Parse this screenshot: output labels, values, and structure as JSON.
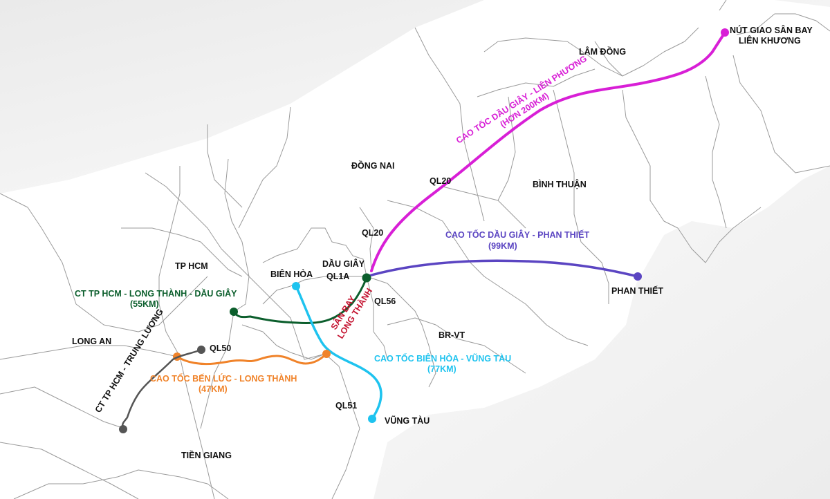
{
  "colors": {
    "magenta": "#d81fd6",
    "purple": "#5b45c2",
    "green": "#0b5e2c",
    "cyan": "#1ec3ef",
    "orange": "#f0832a",
    "gray": "#555555",
    "airport": "#c4122f"
  },
  "places": {
    "lam_dong": "LÂM ĐỒNG",
    "dong_nai": "ĐỒNG NAI",
    "binh_thuan": "BÌNH THUẬN",
    "tp_hcm": "TP HCM",
    "bien_hoa": "BIÊN HÒA",
    "dau_giay": "DẦU GIÂY",
    "long_an": "LONG AN",
    "br_vt": "BR-VT",
    "tien_giang": "TIỀN GIANG",
    "vung_tau": "VŨNG TÀU",
    "phan_thiet": "PHAN THIẾT",
    "lien_khuong_1": "NÚT GIAO SÂN BAY",
    "lien_khuong_2": "LIÊN KHƯƠNG"
  },
  "roads": {
    "ql20_a": "QL20",
    "ql20_b": "QL20",
    "ql1a": "QL1A",
    "ql56": "QL56",
    "ql50": "QL50",
    "ql51": "QL51"
  },
  "airport": {
    "line1": "SÂN BAY",
    "line2": "LONG THÀNH"
  },
  "routes": {
    "dau_giay_lien_phuong": {
      "name": "CAO TỐC DẦU GIÂY - LIÊN PHƯƠNG",
      "length": "(HƠN 200KM)"
    },
    "dau_giay_phan_thiet": {
      "name": "CAO TỐC DẦU GIÂY - PHAN THIẾT",
      "length": "(99KM)"
    },
    "hcm_long_thanh_dau_giay": {
      "name": "CT TP HCM - LONG THÀNH - DẦU GIÂY",
      "length": "(55KM)"
    },
    "bien_hoa_vung_tau": {
      "name": "CAO TỐC BIÊN HÒA - VŨNG TÀU",
      "length": "(77KM)"
    },
    "ben_luc_long_thanh": {
      "name": "CAO TỐC BẾN LỨC - LONG THÀNH",
      "length": "(47KM)"
    },
    "hcm_trung_luong": {
      "name": "CT TP HCM - TRUNG LƯƠNG"
    }
  }
}
